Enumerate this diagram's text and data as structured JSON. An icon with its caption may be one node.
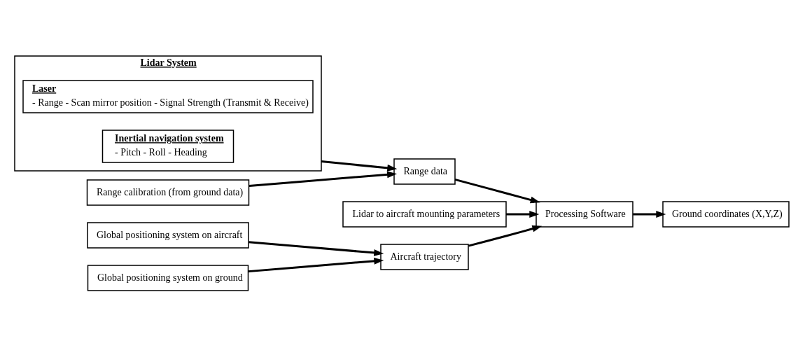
{
  "diagram": {
    "nodes": [
      {
        "text": [
          "Lidar System"
        ]
      },
      {
        "text": [
          "Laser",
          "- Range - Scan mirror position - Signal Strength (Transmit & Receive)"
        ],
        "in": 0
      },
      {
        "text": [
          "Inertial navigation system",
          "- Pitch - Roll - Heading"
        ],
        "in": 0
      },
      {
        "text": [
          "Range calibration (from ground data)"
        ]
      },
      {
        "text": [
          "Lidar to aircraft mounting parameters"
        ]
      },
      {
        "text": [
          "Range data"
        ]
      },
      {
        "text": [
          "Processing Software"
        ]
      },
      {
        "text": [
          "Global positioning system on aircraft"
        ]
      },
      {
        "text": [
          "Aircraft trajectory"
        ]
      },
      {
        "text": [
          "Ground coordinates (X,Y,Z)"
        ]
      },
      {
        "text": [
          "Global positioning system on ground"
        ]
      }
    ],
    "edges": [
      {
        "from": 0,
        "to": 5,
        "arrow": "to"
      },
      {
        "from": 3,
        "to": 5,
        "arrow": "to"
      },
      {
        "from": 4,
        "to": 6,
        "arrow": "to"
      },
      {
        "from": 5,
        "to": 6,
        "arrow": "to"
      },
      {
        "from": 8,
        "to": 6,
        "arrow": "to"
      },
      {
        "from": 7,
        "to": 8,
        "arrow": "to"
      },
      {
        "from": 10,
        "to": 8,
        "arrow": "to"
      },
      {
        "from": 6,
        "to": 9,
        "arrow": "to"
      }
    ]
  }
}
